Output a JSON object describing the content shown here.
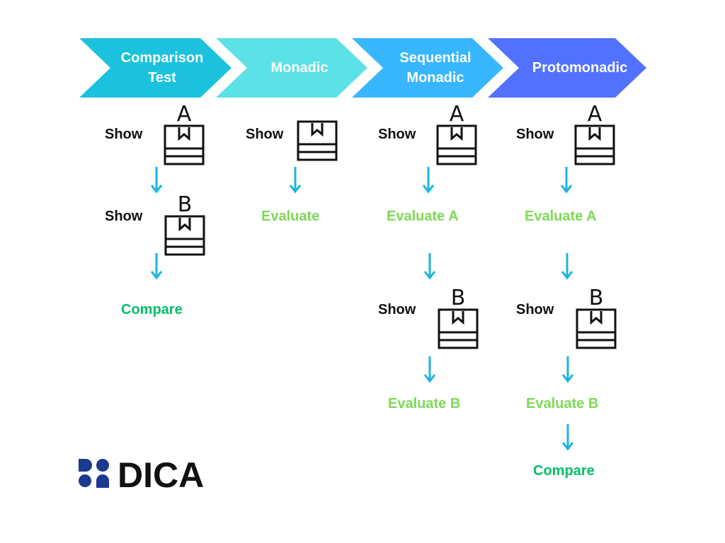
{
  "stages": [
    {
      "label": "Comparison\nTest",
      "color": "#1cc2dd"
    },
    {
      "label": "Monadic",
      "color": "#5ce1e6"
    },
    {
      "label": "Sequential\nMonadic",
      "color": "#38b6ff"
    },
    {
      "label": "Protomonadic",
      "color": "#5271ff"
    }
  ],
  "labels": {
    "show": "Show",
    "evaluate": "Evaluate",
    "evaluate_a": "Evaluate A",
    "evaluate_b": "Evaluate B",
    "compare": "Compare"
  },
  "products": {
    "a": "A",
    "b": "B"
  },
  "logo": {
    "text": "DICA",
    "color": "#1a3a8f"
  },
  "colors": {
    "arrow": "#1cb4dc",
    "evaluate": "#7ed957",
    "compare": "#00bf63"
  }
}
